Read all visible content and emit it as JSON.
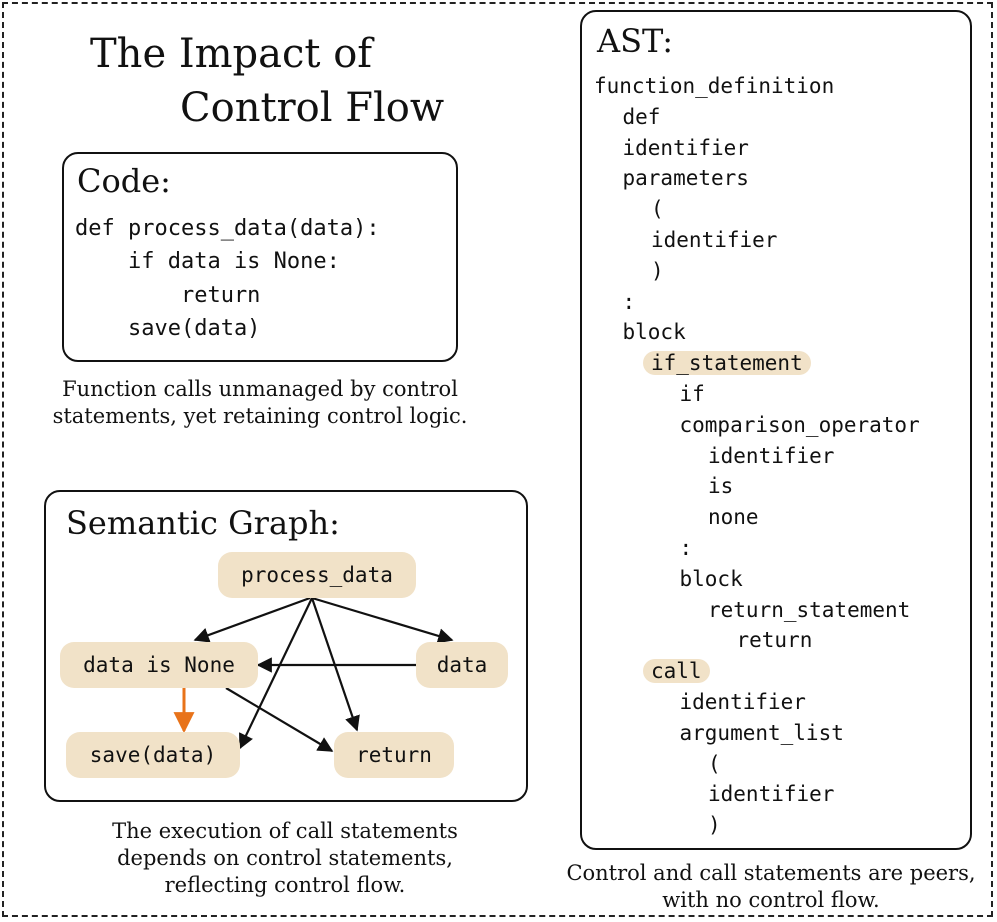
{
  "title": {
    "line1": "The Impact of",
    "line2": "Control Flow"
  },
  "code_box": {
    "header": "Code:",
    "lines": [
      "def process_data(data):",
      "    if data is None:",
      "        return",
      "    save(data)"
    ]
  },
  "code_caption": {
    "line1": "Function calls unmanaged by control",
    "line2": "statements, yet retaining control logic."
  },
  "graph_box": {
    "header": "Semantic Graph:",
    "nodes": {
      "process_data": "process_data",
      "data_is_none": "data is None",
      "data": "data",
      "save_data": "save(data)",
      "return": "return"
    },
    "edges": [
      {
        "from": "process_data",
        "to": "data_is_none",
        "color": "#111111"
      },
      {
        "from": "process_data",
        "to": "data",
        "color": "#111111"
      },
      {
        "from": "process_data",
        "to": "save_data",
        "color": "#111111"
      },
      {
        "from": "process_data",
        "to": "return",
        "color": "#111111"
      },
      {
        "from": "data",
        "to": "data_is_none",
        "color": "#111111"
      },
      {
        "from": "data_is_none",
        "to": "return",
        "color": "#111111"
      },
      {
        "from": "data_is_none",
        "to": "save_data",
        "color": "#e8731a"
      }
    ]
  },
  "graph_caption": {
    "line1": "The execution of call statements",
    "line2": "depends on control statements,",
    "line3": "reflecting control flow."
  },
  "ast_box": {
    "header": "AST:",
    "lines": [
      {
        "text": "function_definition",
        "indent": 0
      },
      {
        "text": "def",
        "indent": 1
      },
      {
        "text": "identifier",
        "indent": 1
      },
      {
        "text": "parameters",
        "indent": 1
      },
      {
        "text": "(",
        "indent": 2
      },
      {
        "text": "identifier",
        "indent": 2
      },
      {
        "text": ")",
        "indent": 2
      },
      {
        "text": ":",
        "indent": 1
      },
      {
        "text": "block",
        "indent": 1
      },
      {
        "text": "if_statement",
        "indent": 2,
        "highlight": true
      },
      {
        "text": "if",
        "indent": 3
      },
      {
        "text": "comparison_operator",
        "indent": 3
      },
      {
        "text": "identifier",
        "indent": 4
      },
      {
        "text": "is",
        "indent": 4
      },
      {
        "text": "none",
        "indent": 4
      },
      {
        "text": ":",
        "indent": 3
      },
      {
        "text": "block",
        "indent": 3
      },
      {
        "text": "return_statement",
        "indent": 4
      },
      {
        "text": "return",
        "indent": 5
      },
      {
        "text": "call",
        "indent": 2,
        "highlight": true
      },
      {
        "text": "identifier",
        "indent": 3
      },
      {
        "text": "argument_list",
        "indent": 3
      },
      {
        "text": "(",
        "indent": 4
      },
      {
        "text": "identifier",
        "indent": 4
      },
      {
        "text": ")",
        "indent": 4
      }
    ]
  },
  "ast_caption": {
    "line1": "Control and call statements are peers,",
    "line2": "with no control flow."
  },
  "colors": {
    "node_fill": "#f1e2c8",
    "control_edge": "#e8731a",
    "edge": "#111111"
  }
}
